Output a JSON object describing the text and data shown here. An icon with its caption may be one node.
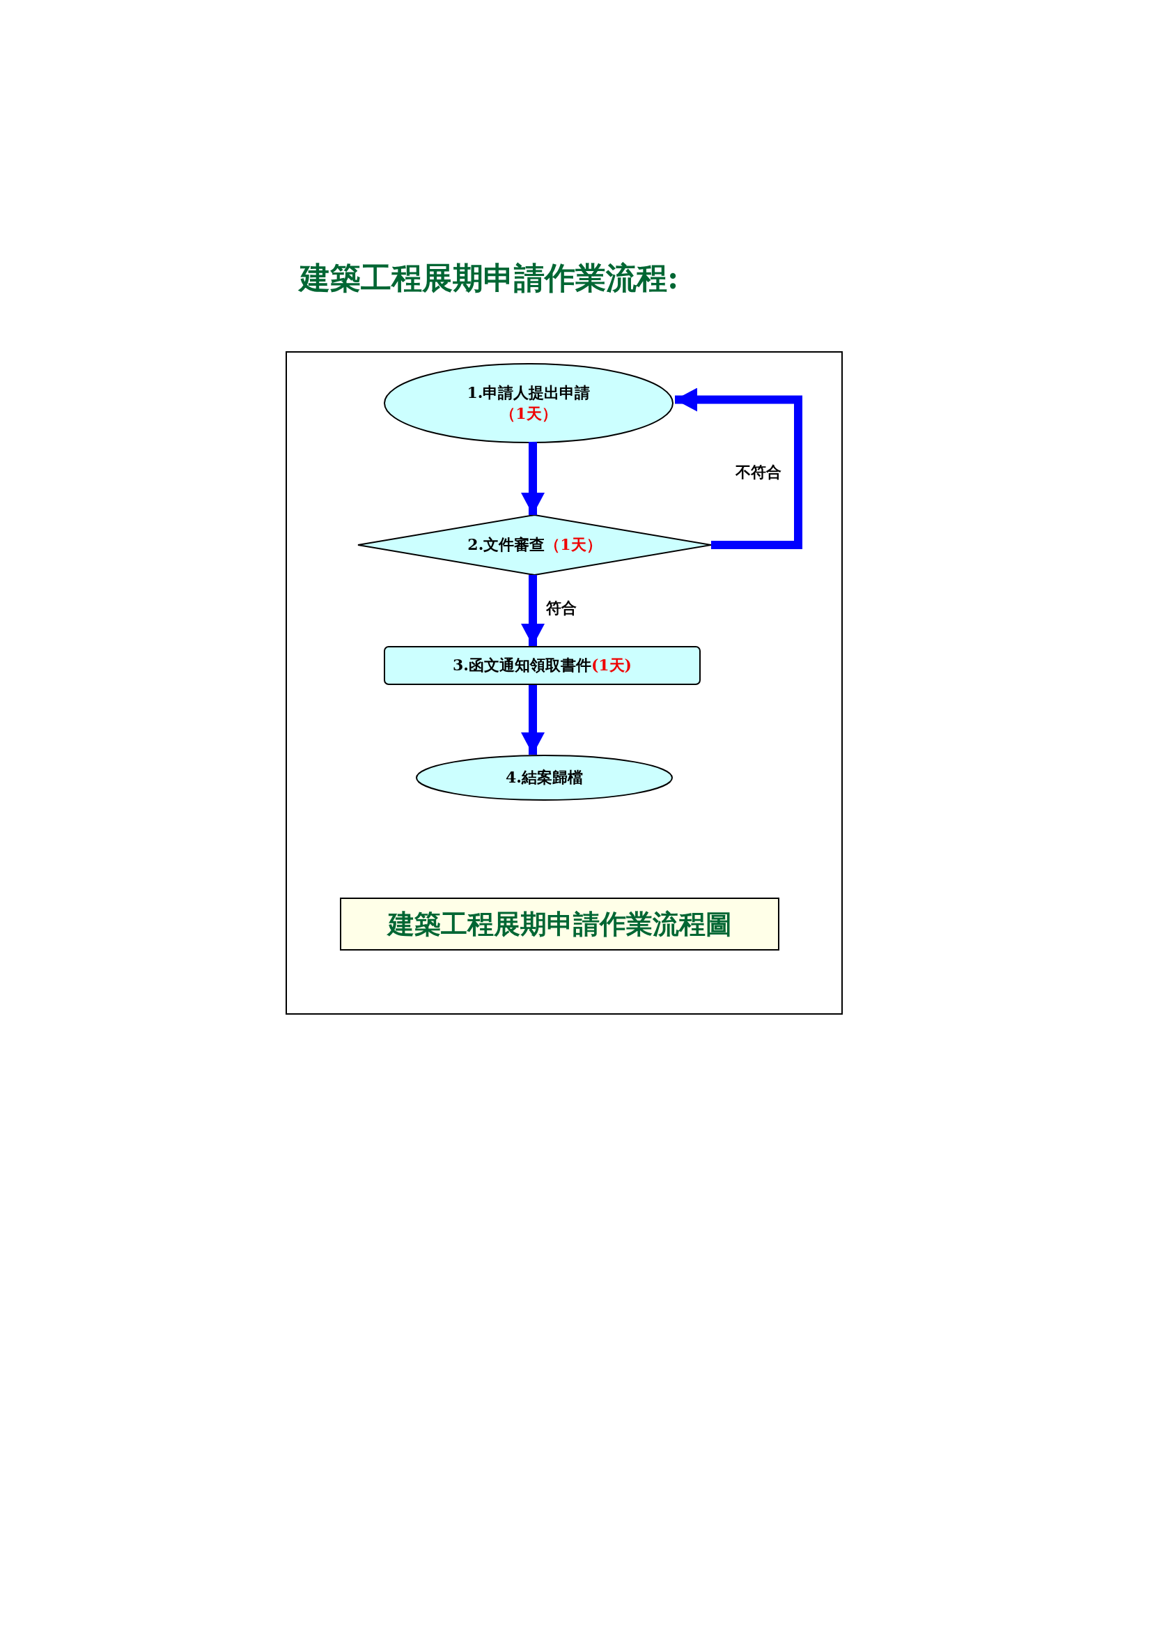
{
  "diagram": {
    "title": "建築工程展期申請作業流程:",
    "nodes": [
      {
        "text": [],
        "shape": "box"
      },
      {
        "text": [
          "1.申請人提出申請",
          "（1天）"
        ],
        "in": 0
      },
      {
        "text": [
          "2.文件審查",
          "（1天）"
        ],
        "in": 0
      },
      {
        "text": [
          "3.函文通知領取書件",
          "(1天)"
        ],
        "in": 0
      },
      {
        "text": [
          "4.結案歸檔"
        ],
        "in": 0
      },
      {
        "text": [
          "建築工程展期申請作業流程圖"
        ],
        "in": 0
      }
    ],
    "edges": [
      {
        "from": 1,
        "to": 2,
        "arrow": "to"
      },
      {
        "from": 2,
        "to": 3,
        "arrow": "to",
        "label": "符合"
      },
      {
        "from": 3,
        "to": 4,
        "arrow": "to"
      },
      {
        "from": 2,
        "to": 1,
        "arrow": "to",
        "label": "不符合"
      }
    ]
  }
}
